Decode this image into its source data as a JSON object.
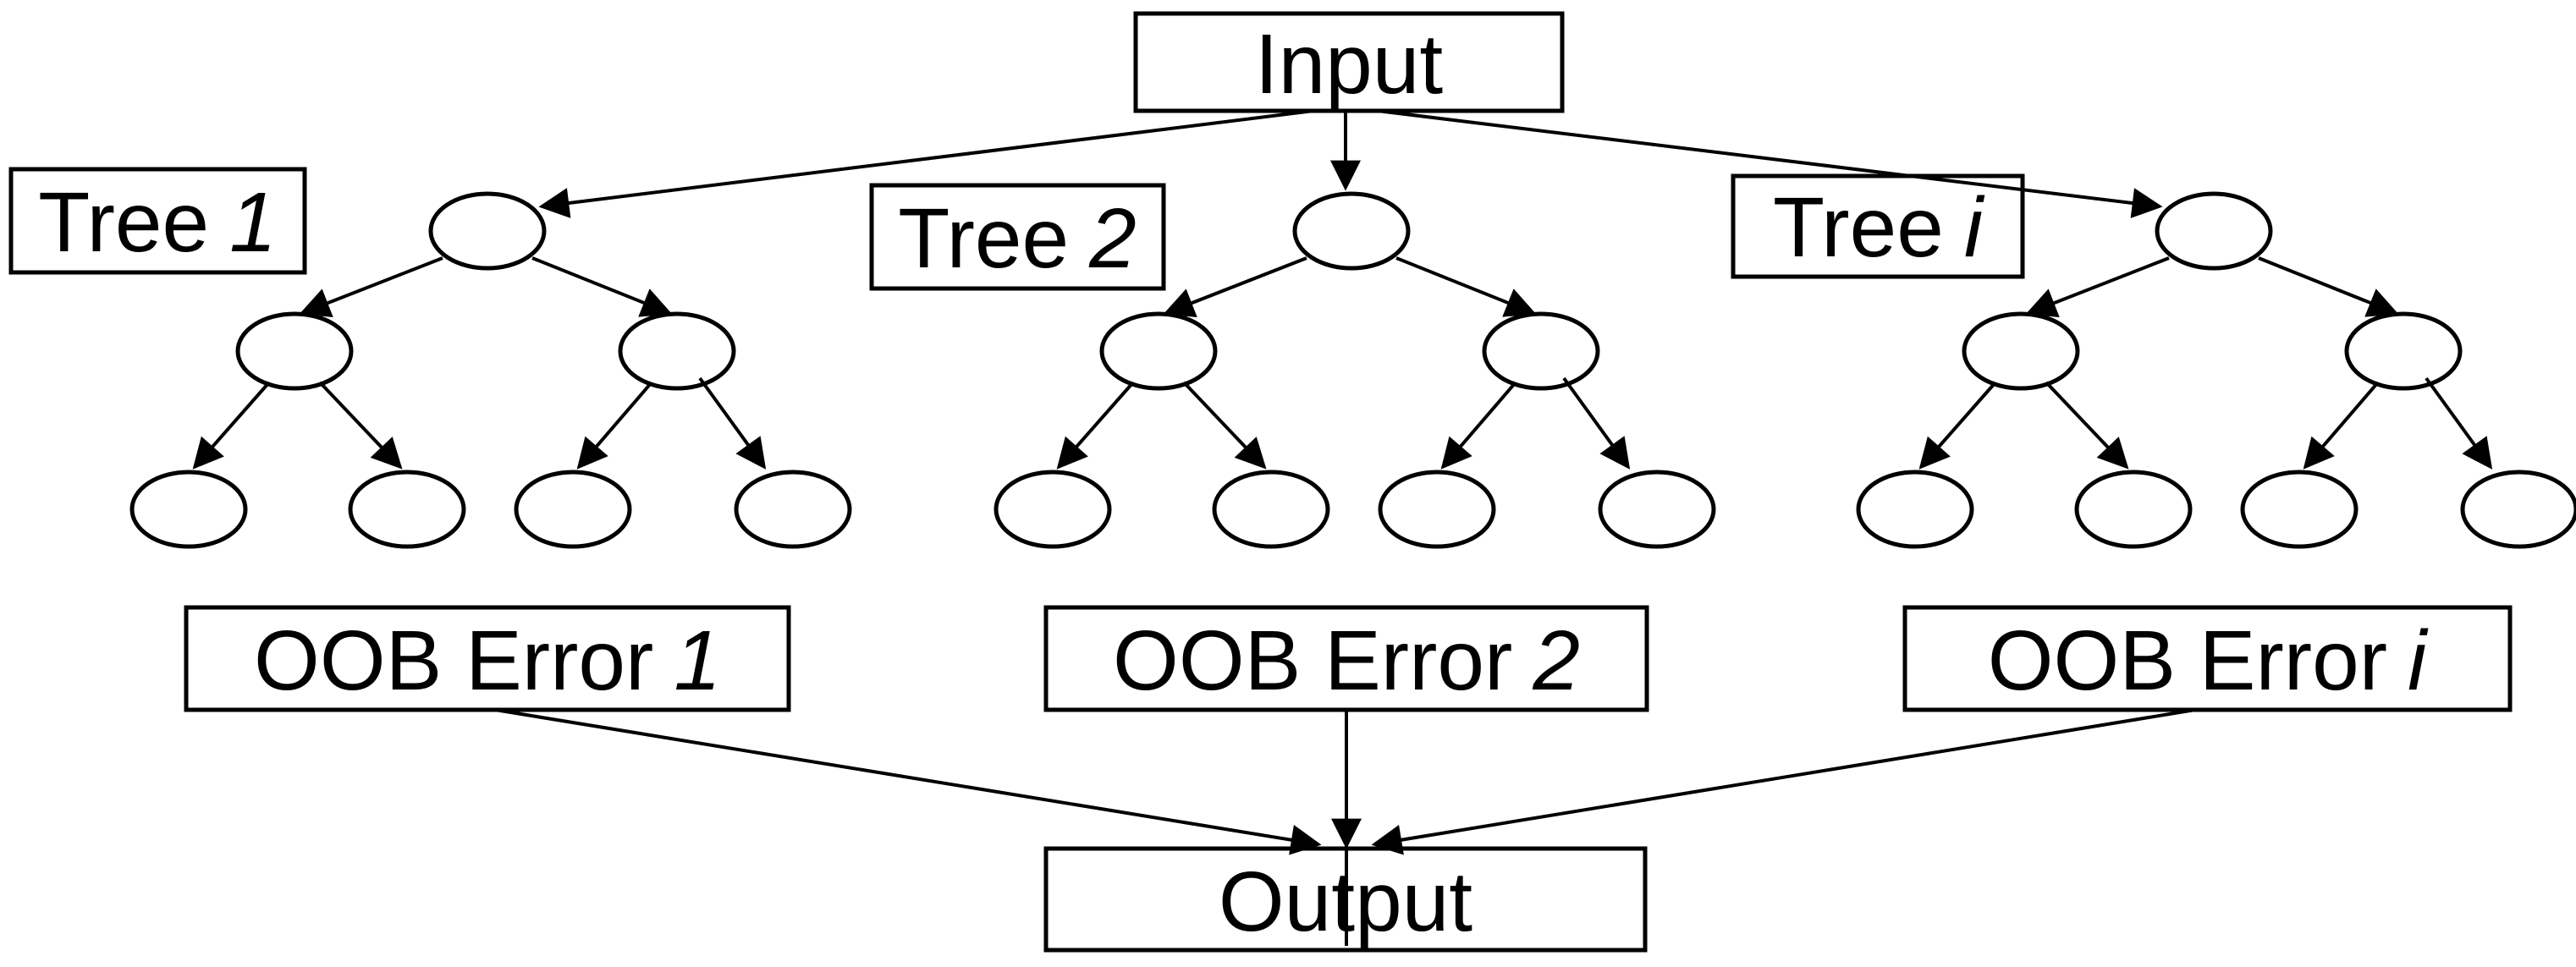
{
  "colors": {
    "ink": "#000000",
    "background": "#ffffff"
  },
  "diagram": {
    "input": {
      "label": "Input"
    },
    "trees": [
      {
        "label_prefix": "Tree",
        "label_suffix": "1"
      },
      {
        "label_prefix": "Tree",
        "label_suffix": "2"
      },
      {
        "label_prefix": "Tree",
        "label_suffix": "i"
      }
    ],
    "oob_errors": [
      {
        "label_prefix": "OOB Error",
        "label_suffix": "1"
      },
      {
        "label_prefix": "OOB Error",
        "label_suffix": "2"
      },
      {
        "label_prefix": "OOB Error",
        "label_suffix": "i"
      }
    ],
    "output": {
      "label": "Output"
    }
  }
}
